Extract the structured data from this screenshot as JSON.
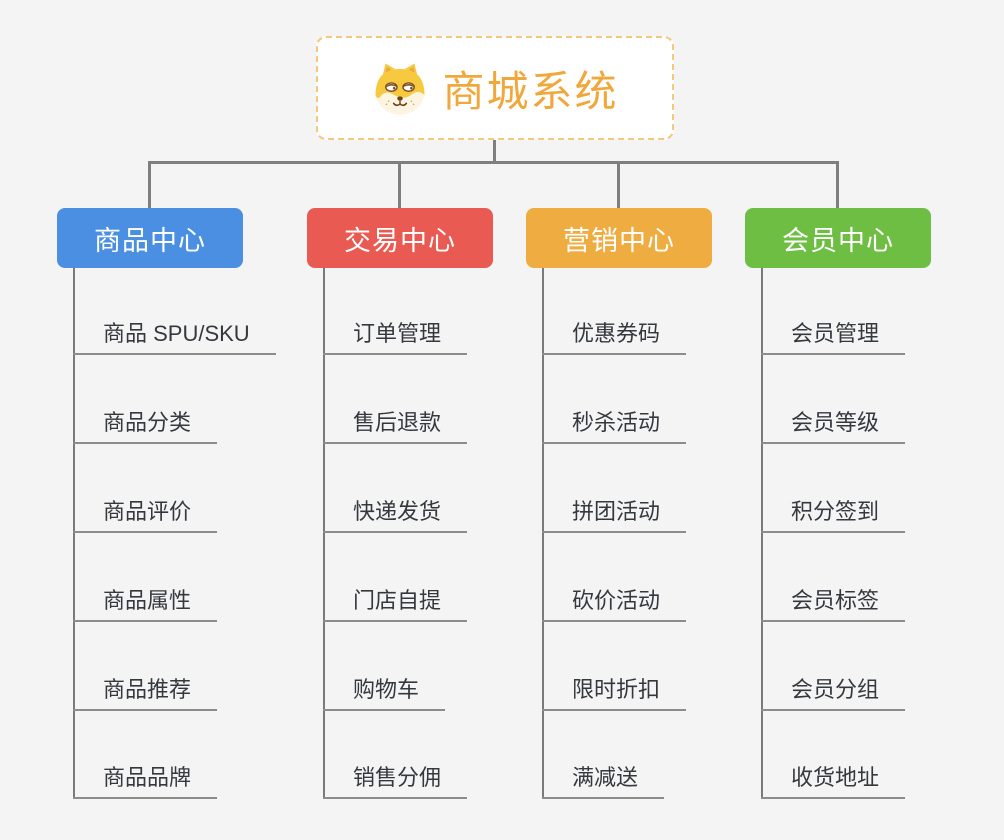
{
  "root": {
    "title": "商城系统",
    "icon": "doge-icon",
    "text_color": "#f0a83c",
    "border_color": "#f3c87f"
  },
  "connector_color": "#7f7f7f",
  "background_color": "#f4f4f5",
  "branches": [
    {
      "label": "商品中心",
      "color": "#4a8fe2",
      "items": [
        "商品 SPU/SKU",
        "商品分类",
        "商品评价",
        "商品属性",
        "商品推荐",
        "商品品牌"
      ]
    },
    {
      "label": "交易中心",
      "color": "#e85a52",
      "items": [
        "订单管理",
        "售后退款",
        "快递发货",
        "门店自提",
        "购物车",
        "销售分佣"
      ]
    },
    {
      "label": "营销中心",
      "color": "#efac40",
      "items": [
        "优惠券码",
        "秒杀活动",
        "拼团活动",
        "砍价活动",
        "限时折扣",
        "满减送"
      ]
    },
    {
      "label": "会员中心",
      "color": "#6ebe44",
      "items": [
        "会员管理",
        "会员等级",
        "积分签到",
        "会员标签",
        "会员分组",
        "收货地址"
      ]
    }
  ]
}
